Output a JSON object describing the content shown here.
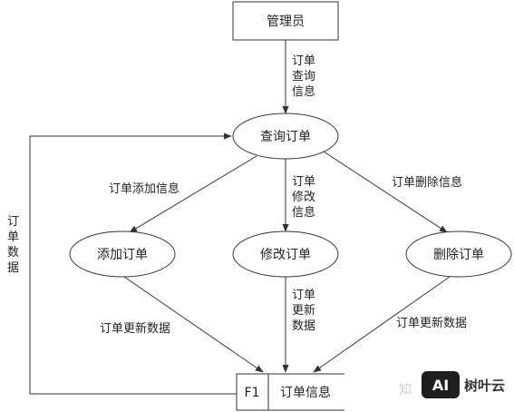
{
  "nodes": {
    "admin": "管理员",
    "query_order": "查询订单",
    "add_order": "添加订单",
    "modify_order": "修改订单",
    "delete_order": "删除订单",
    "store_id": "F1",
    "store_name": "订单信息"
  },
  "edges": {
    "order_query_info": [
      "订单",
      "查询",
      "信息"
    ],
    "order_add_info": "订单添加信息",
    "order_modify_info": [
      "订单",
      "修改",
      "信息"
    ],
    "order_delete_info": "订单删除信息",
    "order_update_left": "订单更新数据",
    "order_update_mid": [
      "订单",
      "更新",
      "数据"
    ],
    "order_update_right": "订单更新数据",
    "order_data_loop": [
      "订",
      "单",
      "数",
      "据"
    ]
  },
  "watermark": {
    "faint_text": "知",
    "badge": "AI",
    "brand": "树叶云"
  }
}
